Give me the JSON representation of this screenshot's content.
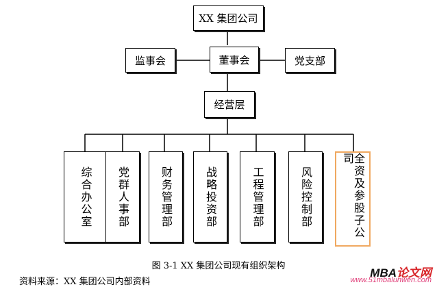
{
  "diagram": {
    "root": "XX 集团公司",
    "board": "董事会",
    "supervisory": "监事会",
    "party": "党支部",
    "management": "经营层",
    "departments": [
      "综合办公室",
      "党群人事部",
      "财务管理部",
      "战略投资部",
      "工程管理部",
      "风险控制部",
      "全资及参股子公司"
    ],
    "highlight_color": "#f0a860"
  },
  "caption": "图 3-1 XX 集团公司现有组织架构",
  "source": "资料来源：XX 集团公司内部资料",
  "watermark": {
    "brand_main": "MBA",
    "brand_accent": "论文网",
    "url": "www.51mbalunwen.com"
  }
}
